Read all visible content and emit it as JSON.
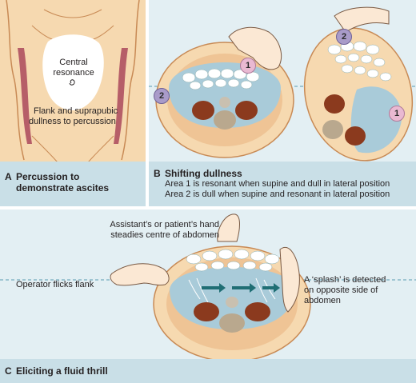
{
  "panel_a": {
    "letter": "A",
    "title_line1": "Percussion to",
    "title_line2": "demonstrate ascites",
    "label_central_line1": "Central",
    "label_central_line2": "resonance",
    "label_flank_line1": "Flank and suprapubic",
    "label_flank_line2": "dullness to percussion"
  },
  "panel_b": {
    "letter": "B",
    "title": "Shifting dullness",
    "line1": "Area 1 is resonant when supine and dull in lateral position",
    "line2": "Area 2 is dull when supine and resonant in lateral position",
    "marker1": "1",
    "marker2": "2"
  },
  "panel_c": {
    "letter": "C",
    "title": "Eliciting a fluid thrill",
    "assistant_line1": "Assistant’s or patient’s hand",
    "assistant_line2": "steadies centre of abdomen",
    "operator": "Operator flicks flank",
    "splash_line1": "A ‘splash’ is detected",
    "splash_line2": "on opposite side of",
    "splash_line3": "abdomen"
  },
  "colors": {
    "skin": "#f6d9b0",
    "skin_outline": "#c88a55",
    "fluid": "#a9cbd9",
    "panel_bg": "#e3eff3",
    "caption_bg": "#c9dfe7",
    "organ": "#8b3a1e"
  }
}
